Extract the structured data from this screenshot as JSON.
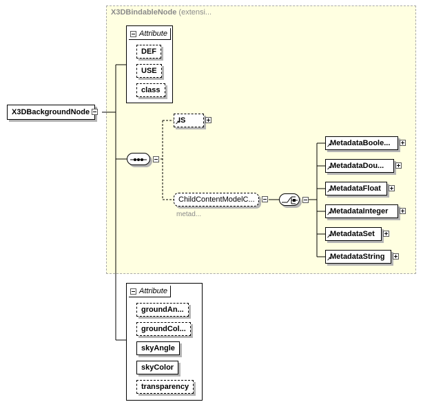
{
  "extension": {
    "title_bold": "X3DBindableNode",
    "title_rest": " (extensi..."
  },
  "root": {
    "label": "X3DBackgroundNode"
  },
  "attribute_groups": [
    {
      "title": "Attribute",
      "items": [
        "DEF",
        "USE",
        "class"
      ]
    },
    {
      "title": "Attribute",
      "items": [
        "groundAn...",
        "groundCol...",
        "skyAngle",
        "skyColor",
        "transparency"
      ]
    }
  ],
  "sequence_children": [
    {
      "label": "IS"
    },
    {
      "label": "ChildContentModelC...",
      "note": "metad..."
    }
  ],
  "choice_children": [
    {
      "label": "MetadataBoole..."
    },
    {
      "label": "MetadataDou..."
    },
    {
      "label": "MetadataFloat"
    },
    {
      "label": "MetadataInteger"
    },
    {
      "label": "MetadataSet"
    },
    {
      "label": "MetadataString"
    }
  ]
}
